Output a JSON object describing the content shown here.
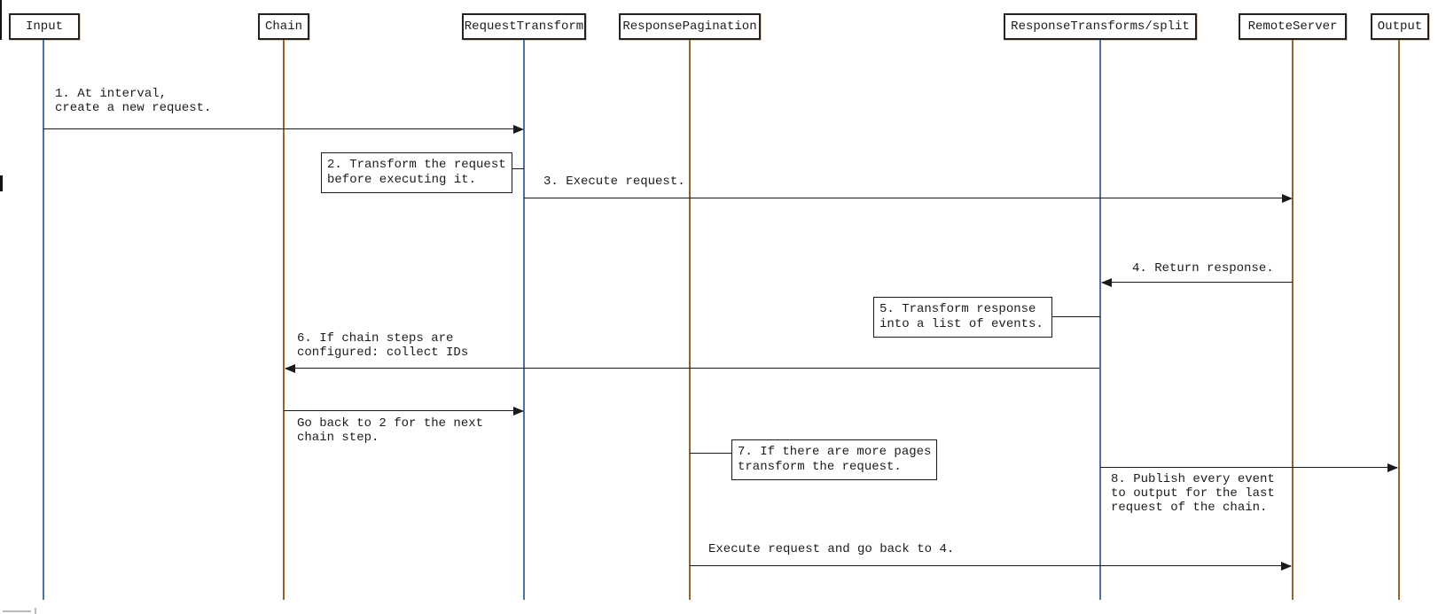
{
  "actors": [
    {
      "label": "Input"
    },
    {
      "label": "Chain"
    },
    {
      "label": "RequestTransform"
    },
    {
      "label": "ResponsePagination"
    },
    {
      "label": "ResponseTransforms/split"
    },
    {
      "label": "RemoteServer"
    },
    {
      "label": "Output"
    }
  ],
  "messages": [
    {
      "from": "Input",
      "to": "RequestTransform",
      "lines": [
        "1. At interval,",
        "create a new request."
      ]
    },
    {
      "from": "RequestTransform",
      "to": "RemoteServer",
      "lines": [
        "3. Execute request."
      ]
    },
    {
      "from": "RemoteServer",
      "to": "ResponseTransforms/split",
      "lines": [
        "4. Return response."
      ]
    },
    {
      "from": "ResponseTransforms/split",
      "to": "Chain",
      "lines": [
        "6. If chain steps are",
        "configured: collect IDs"
      ]
    },
    {
      "from": "Chain",
      "to": "RequestTransform",
      "lines": [
        "Go back to 2 for the next",
        "chain step."
      ]
    },
    {
      "from": "ResponseTransforms/split",
      "to": "Output",
      "lines": [
        "8. Publish every event",
        "to output for the last",
        "request of the chain."
      ]
    },
    {
      "from": "ResponsePagination",
      "to": "RemoteServer",
      "lines": [
        "Execute request and go back to 4."
      ]
    }
  ],
  "notes": [
    {
      "attached_to": "RequestTransform",
      "lines": [
        "2. Transform the request",
        "before executing it."
      ]
    },
    {
      "attached_to": "ResponseTransforms/split",
      "lines": [
        "5. Transform response",
        "into a list of events."
      ]
    },
    {
      "attached_to": "ResponsePagination",
      "lines": [
        "7. If there are more pages",
        "transform the request."
      ]
    }
  ],
  "colors": {
    "background": "#ffffff",
    "line": "#1a1a1a",
    "text": "#1c1c1c",
    "lifeline_fringe_blue": "#4a6fa0",
    "lifeline_fringe_tan": "#96672a"
  }
}
